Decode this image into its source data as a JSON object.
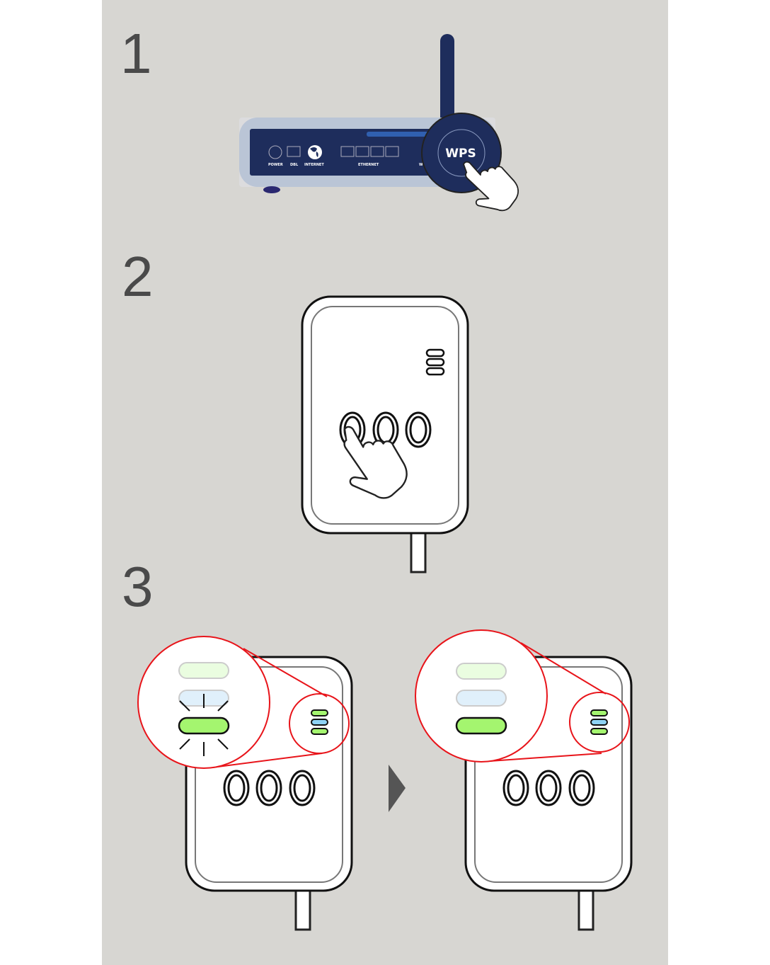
{
  "steps": [
    {
      "number": "1",
      "router_labels": {
        "power": "POWER",
        "dbl": "DBL",
        "internet": "INTERNET",
        "ethernet": "ETHERNET",
        "wifi_partial": "W"
      },
      "button_label": "WPS"
    },
    {
      "number": "2"
    },
    {
      "number": "3"
    }
  ],
  "colors": {
    "background": "#d7d6d2",
    "router": "#1e2d5c",
    "led_green": "#a4f56f",
    "led_blue": "#8fd3f5",
    "callout": "#e8141a",
    "arrow": "#555555"
  }
}
